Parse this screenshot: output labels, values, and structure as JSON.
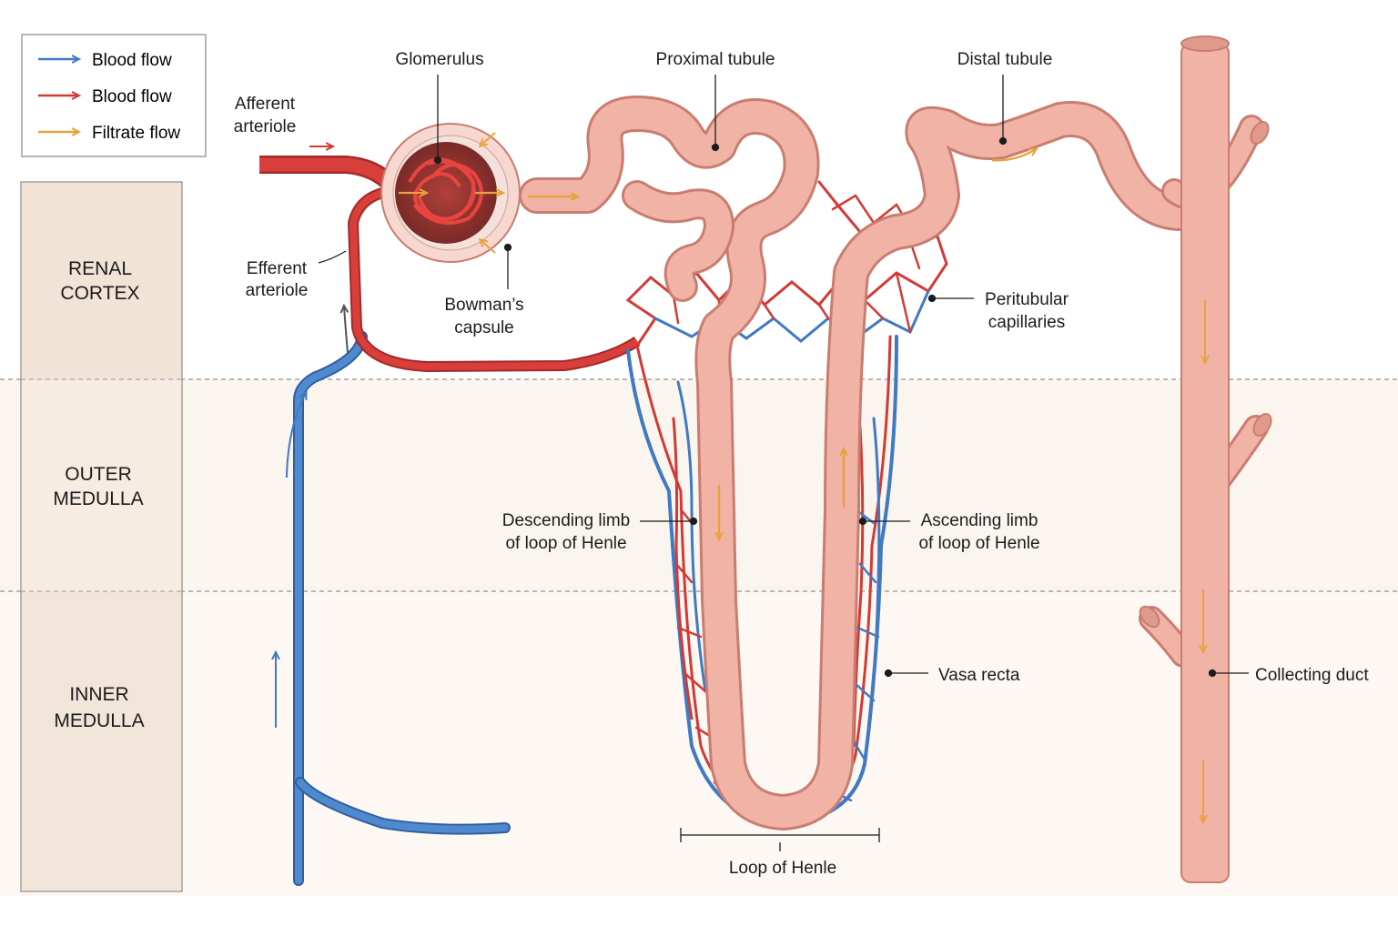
{
  "legend": {
    "items": [
      {
        "label": "Blood flow",
        "color": "#3f7ac2"
      },
      {
        "label": "Blood flow",
        "color": "#d33a35"
      },
      {
        "label": "Filtrate flow",
        "color": "#e8a33c"
      }
    ]
  },
  "zones": {
    "cortex": [
      "RENAL",
      "CORTEX"
    ],
    "outer_medulla": [
      "OUTER",
      "MEDULLA"
    ],
    "inner_medulla": [
      "INNER",
      "MEDULLA"
    ]
  },
  "labels": {
    "afferent": [
      "Afferent",
      "arteriole"
    ],
    "efferent": [
      "Efferent",
      "arteriole"
    ],
    "glomerulus": "Glomerulus",
    "bowmans": [
      "Bowman’s",
      "capsule"
    ],
    "proximal": "Proximal tubule",
    "distal": "Distal tubule",
    "peritubular": [
      "Peritubular",
      "capillaries"
    ],
    "descending": [
      "Descending limb",
      "of loop of Henle"
    ],
    "ascending": [
      "Ascending limb",
      "of loop of Henle"
    ],
    "vasa_recta": "Vasa recta",
    "collecting": "Collecting duct",
    "loop": "Loop of Henle"
  },
  "colors": {
    "artery": "#d33a35",
    "vein": "#3f7ac2",
    "filtrate": "#e8a33c",
    "tubule": "#f1b3a6",
    "tubule_edge": "#c97d70",
    "zone_bg": "#f7efe6"
  }
}
